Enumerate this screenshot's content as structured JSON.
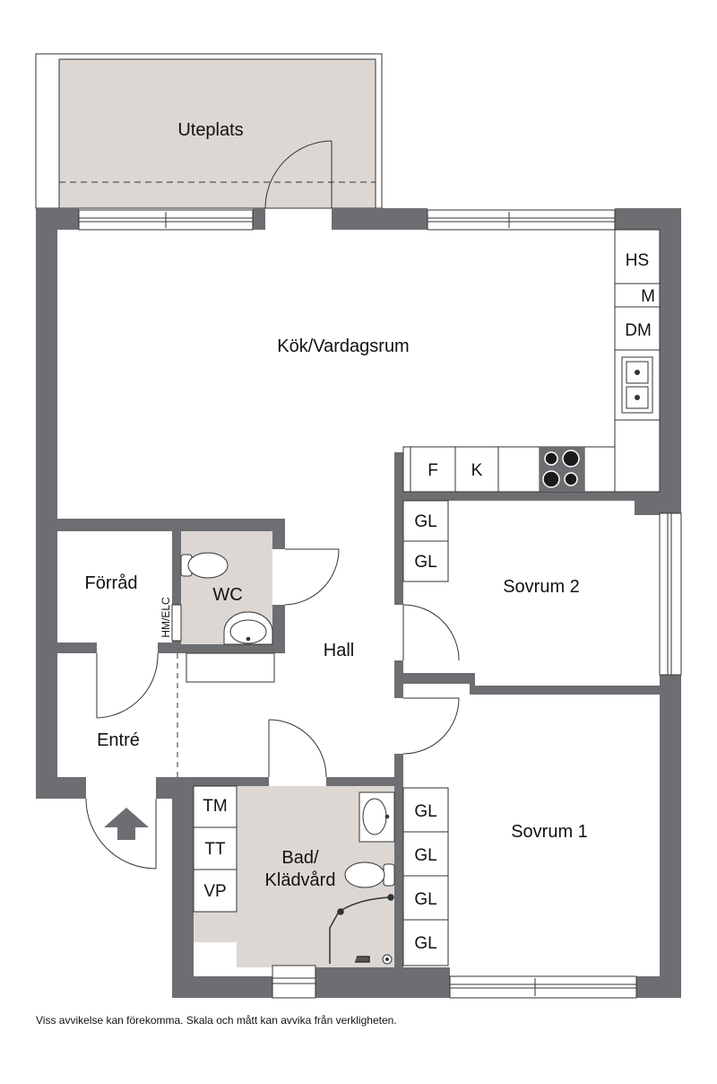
{
  "rooms": {
    "uteplats": "Uteplats",
    "kok_vardagsrum": "Kök/Vardagsrum",
    "forrad": "Förråd",
    "wc": "WC",
    "hall": "Hall",
    "entre": "Entré",
    "sovrum2": "Sovrum 2",
    "sovrum1": "Sovrum 1",
    "bad_line1": "Bad/",
    "bad_line2": "Klädvård"
  },
  "fixtures": {
    "hs": "HS",
    "m": "M",
    "dm": "DM",
    "f": "F",
    "k": "K",
    "gl": "GL",
    "tm": "TM",
    "tt": "TT",
    "vp": "VP",
    "hm_elc": "HM/ELC"
  },
  "colors": {
    "wall": "#6d6e71",
    "tile_floor": "#dcd7d3"
  },
  "disclaimer": "Viss avvikelse kan förekomma. Skala och mått kan avvika från verkligheten."
}
